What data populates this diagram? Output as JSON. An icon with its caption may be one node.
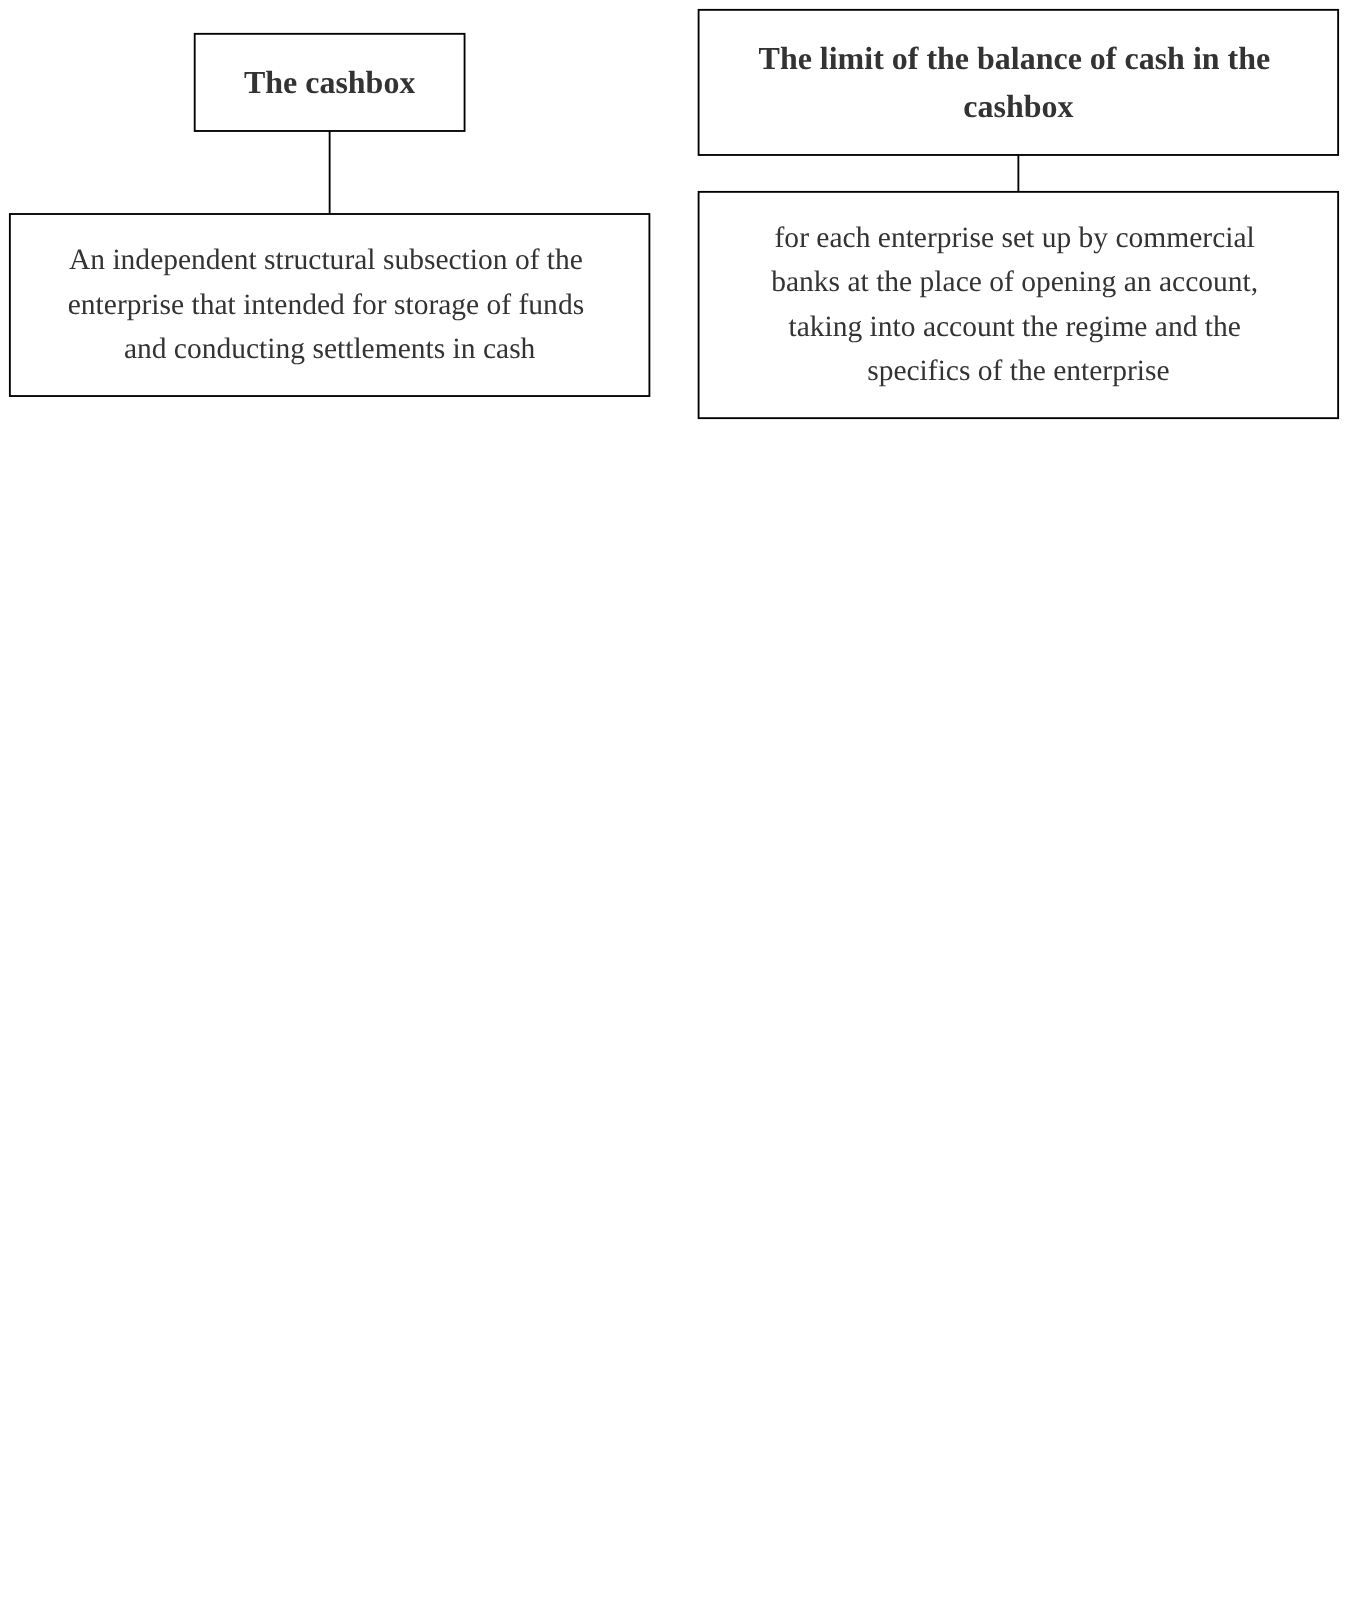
{
  "diagram": {
    "nodes": [
      {
        "text": [
          "The cashbox"
        ]
      },
      {
        "text": [
          "An independent structural subsection of the enterprise that intended for storage of funds and conducting settlements in cash"
        ]
      },
      {
        "text": [
          "The limit of the balance of cash in the cashbox"
        ]
      },
      {
        "text": [
          "for each enterprise set up by commercial banks at the place of opening an account, taking into account the regime and the specifics of the enterprise"
        ]
      }
    ],
    "edges": [
      {
        "from": 0,
        "to": 1,
        "arrow": "none"
      },
      {
        "from": 2,
        "to": 3,
        "arrow": "none"
      }
    ]
  }
}
